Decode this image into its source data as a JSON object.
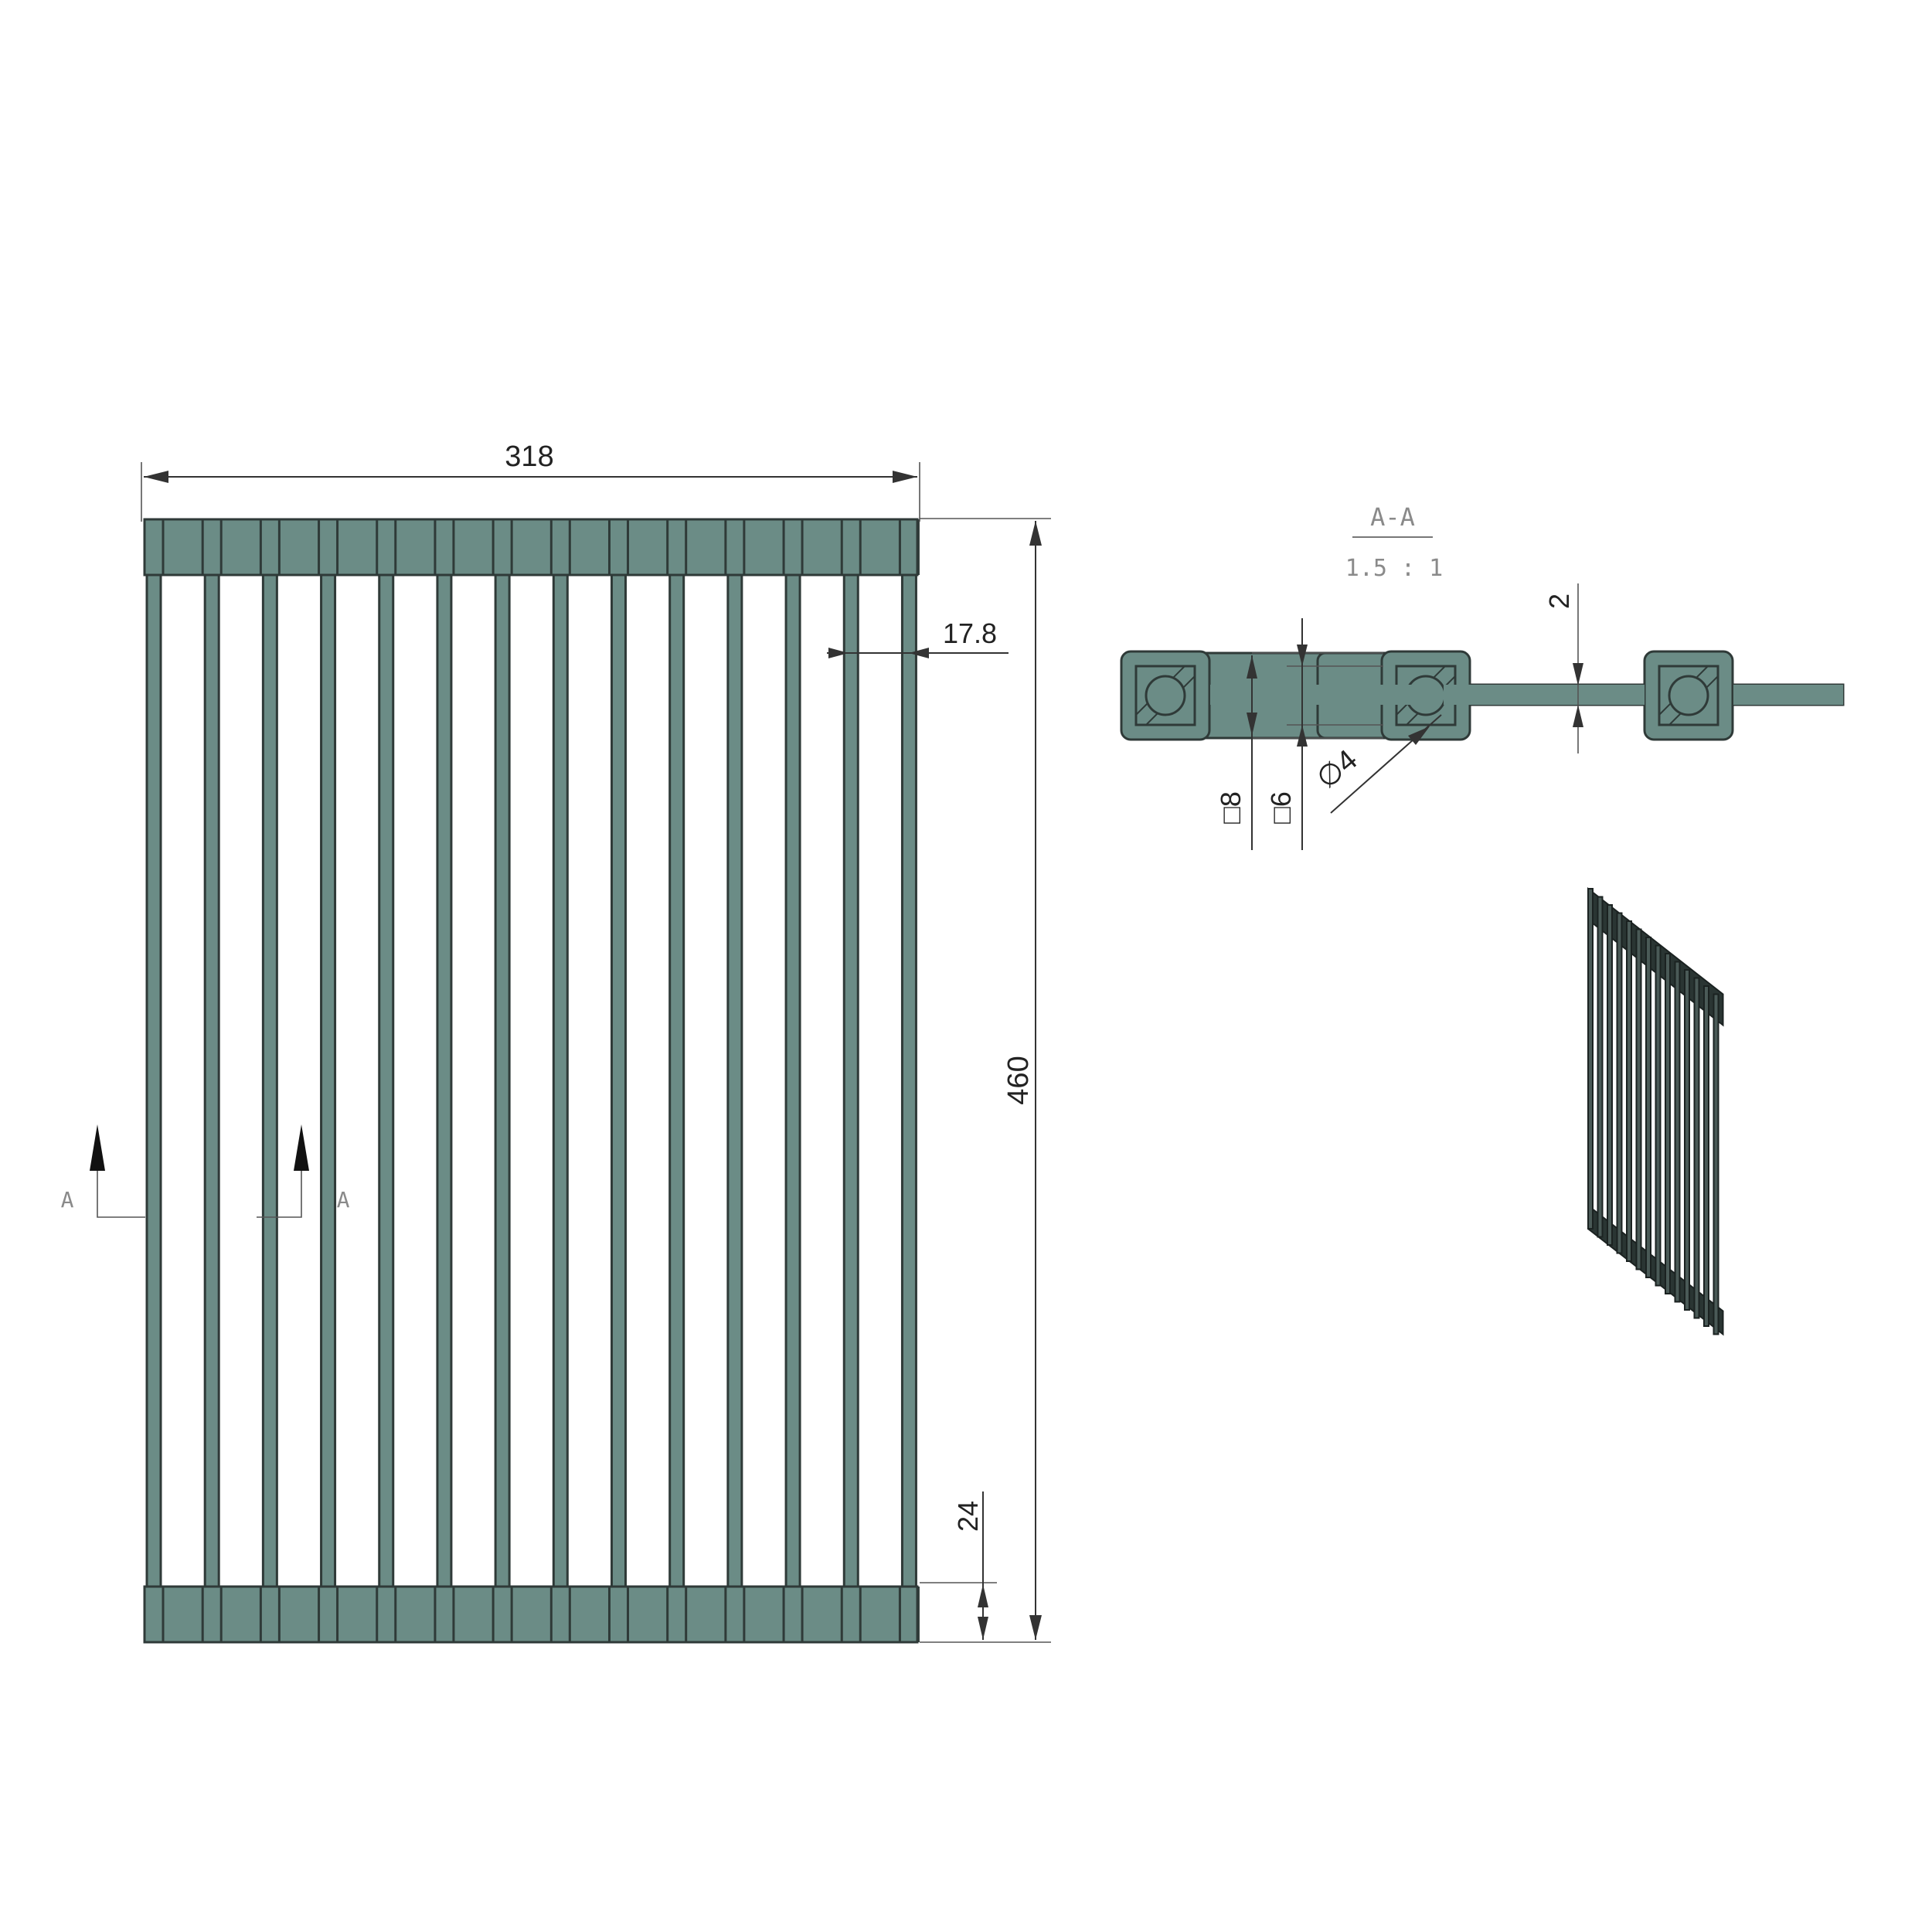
{
  "colors": {
    "part_fill": "#6b8c86",
    "outline": "#2f3a38",
    "dim": "#333333",
    "bg": "#ffffff"
  },
  "front_view": {
    "width_label": "318",
    "height_label": "460",
    "pitch_label": "17.8",
    "end_strip_label": "24",
    "section_mark_left": "A",
    "section_mark_right": "A",
    "bar_count": 14
  },
  "section_view": {
    "title": "A-A",
    "scale": "1.5 : 1",
    "thickness_label": "2",
    "outer_square_label": "□8",
    "inner_square_label": "□6",
    "diameter_label": "∅4"
  },
  "iso_view": {
    "bar_count": 14
  }
}
